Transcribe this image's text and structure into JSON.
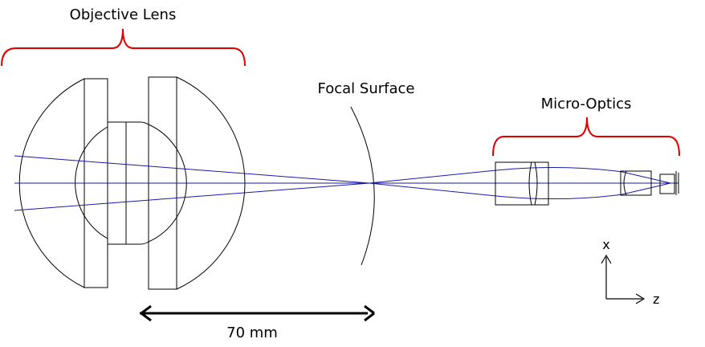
{
  "labels": {
    "objective_lens": "Objective Lens",
    "focal_surface": "Focal Surface",
    "micro_optics": "Micro-Optics",
    "scale": "70 mm",
    "axis_x": "x",
    "axis_z": "z"
  },
  "colors": {
    "bracket": "#e00000",
    "ray": "#1a1aa6",
    "outline": "#000000",
    "scale_arrow": "#000000"
  }
}
